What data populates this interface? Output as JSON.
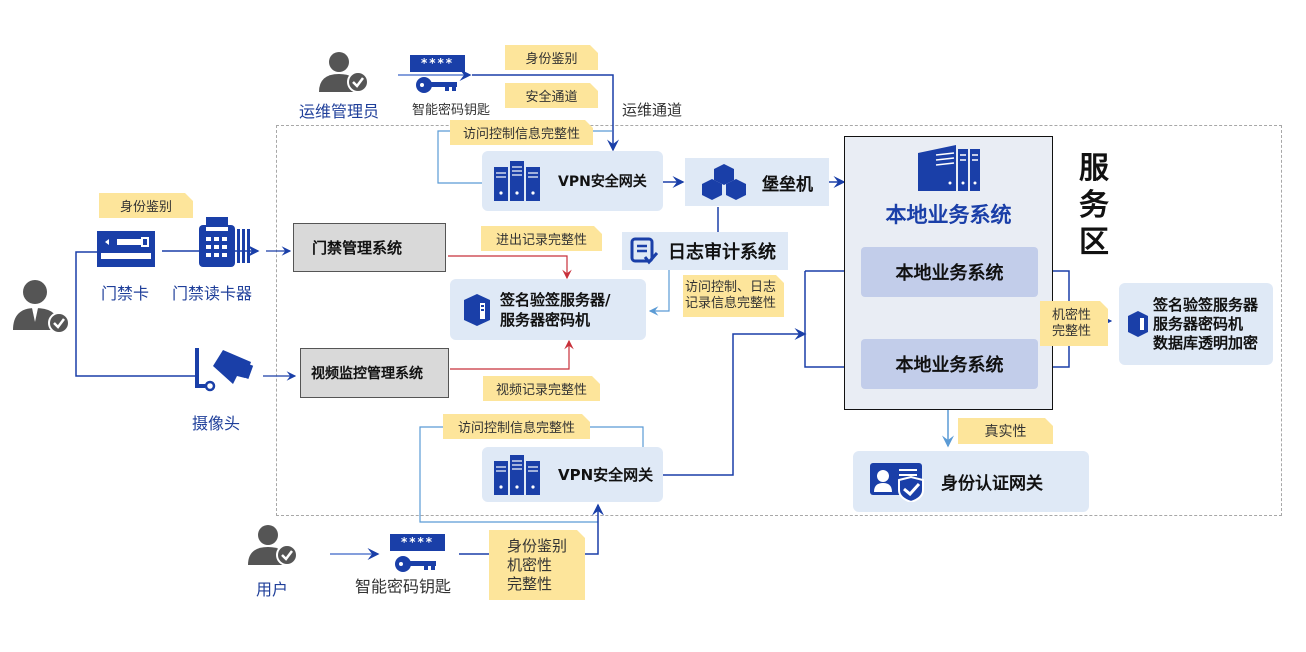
{
  "colors": {
    "primary_blue": "#1a3fa8",
    "node_fill": "#dfe9f6",
    "tag_fill": "#fde59b",
    "gray_box": "#d9d9d9",
    "red_line": "#c8303a",
    "light_line": "#5b9bd5",
    "inner_box": "#c2cdea"
  },
  "ops_admin": {
    "label": "运维管理员",
    "key_label": "智能密码钥匙",
    "tag_identity": "身份鉴别",
    "tag_secure_channel": "安全通道",
    "channel_label": "运维通道",
    "tag_access_integrity": "访问控制信息完整性"
  },
  "vpn_top": {
    "label": "VPN安全网关"
  },
  "bastion": {
    "label": "堡垒机"
  },
  "log_audit": {
    "label": "日志审计系统",
    "tag": [
      "访问控制、日志",
      "记录信息完整性"
    ]
  },
  "access_person": {
    "tag_identity": "身份鉴别",
    "card_label": "门禁卡",
    "reader_label": "门禁读卡器",
    "camera_label": "摄像头"
  },
  "access_mgmt": {
    "label": "门禁管理系统",
    "tag": "进出记录完整性"
  },
  "video_mgmt": {
    "label": "视频监控管理系统",
    "tag": "视频记录完整性"
  },
  "sign_server": {
    "label": [
      "签名验签服务器/",
      "服务器密码机"
    ]
  },
  "service_zone": {
    "title": "服务区",
    "local_system_title": "本地业务系统",
    "local_system_a": "本地业务系统",
    "local_system_b": "本地业务系统",
    "tag_conf": [
      "机密性",
      "完整性"
    ],
    "right_node": [
      "签名验签服务器",
      "服务器密码机",
      "数据库透明加密"
    ],
    "tag_authenticity": "真实性",
    "id_gateway": "身份认证网关"
  },
  "vpn_bottom": {
    "label": "VPN安全网关",
    "tag": "访问控制信息完整性"
  },
  "user": {
    "label": "用户",
    "key_label": "智能密码钥匙",
    "tag": [
      "身份鉴别",
      "机密性",
      "完整性"
    ]
  },
  "key_mask": "****"
}
